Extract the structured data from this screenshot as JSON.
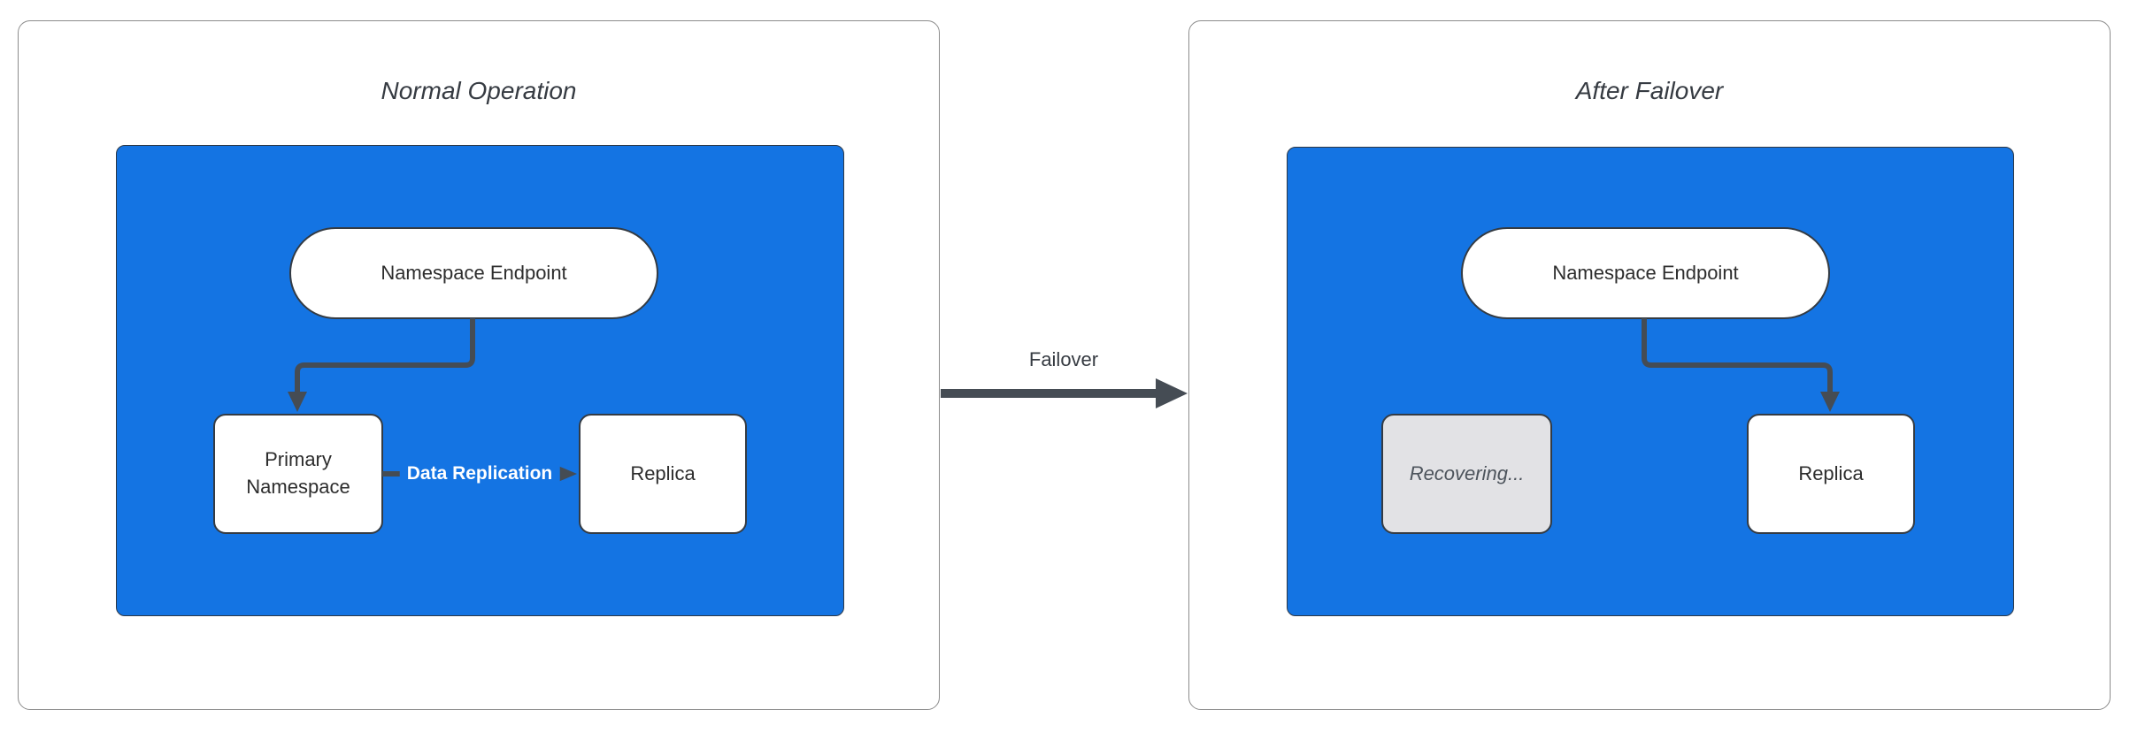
{
  "colors": {
    "blue": "#1474e3",
    "panel_border": "#8c8c8c",
    "node_border": "#343b43",
    "line": "#454c54",
    "title_text": "#363b42",
    "node_text": "#2d2d2d",
    "muted_fill": "#e2e2e5",
    "muted_text": "#4d545c",
    "edge_label_text": "#ffffff",
    "canvas_bg": "#ffffff"
  },
  "panels": {
    "normal": {
      "title": "Normal Operation",
      "nodes": {
        "endpoint": {
          "label": "Namespace Endpoint"
        },
        "primary": {
          "label": "Primary Namespace"
        },
        "replica": {
          "label": "Replica"
        }
      },
      "edges": {
        "replication_label": "Data Replication"
      }
    },
    "transition": {
      "label": "Failover"
    },
    "after": {
      "title": "After Failover",
      "nodes": {
        "endpoint": {
          "label": "Namespace Endpoint"
        },
        "recovering": {
          "label": "Recovering..."
        },
        "replica": {
          "label": "Replica"
        }
      }
    }
  }
}
